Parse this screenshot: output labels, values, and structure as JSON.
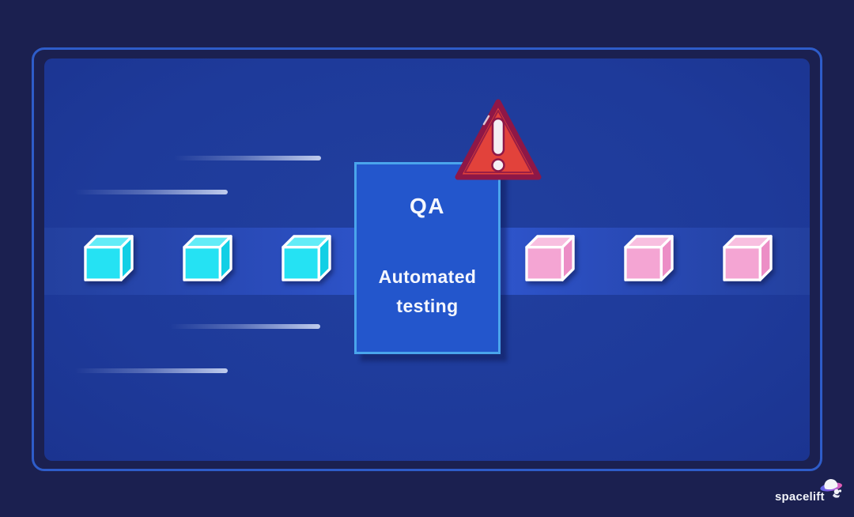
{
  "qa_box": {
    "title": "QA",
    "subtitle_line1": "Automated",
    "subtitle_line2": "testing"
  },
  "logo": {
    "text": "spacelift"
  },
  "pipeline": {
    "input_cubes": {
      "count": 3,
      "color_name": "cyan"
    },
    "output_cubes": {
      "count": 3,
      "color_name": "pink"
    }
  },
  "icons": {
    "warning": "warning-triangle-exclamation",
    "logo_icon": "saucer-planet-astronaut"
  },
  "colors": {
    "outer_bg": "#1b2050",
    "frame_border": "#2e5cc9",
    "panel": "#1e3a9a",
    "panel_center": "#21409f",
    "band_edge": "#23409e",
    "band_center": "#2f57d0",
    "qa_box_fill": "#2356cc",
    "qa_box_border": "#4aa5ec",
    "warning_fill": "#e2423b",
    "warning_outline": "#8e1747",
    "warning_glyph": "#f4eff3",
    "cube_cyan_front": "#25e2f3",
    "cube_cyan_top": "#63ecf7",
    "cube_cyan_side": "#12cfe5",
    "cube_pink_front": "#f4a5d3",
    "cube_pink_top": "#f8bfe0",
    "cube_pink_side": "#ec8ec6",
    "cube_edge": "#ffffff",
    "speedline": "#c9d4f1",
    "text_white": "#f5f7fd"
  }
}
